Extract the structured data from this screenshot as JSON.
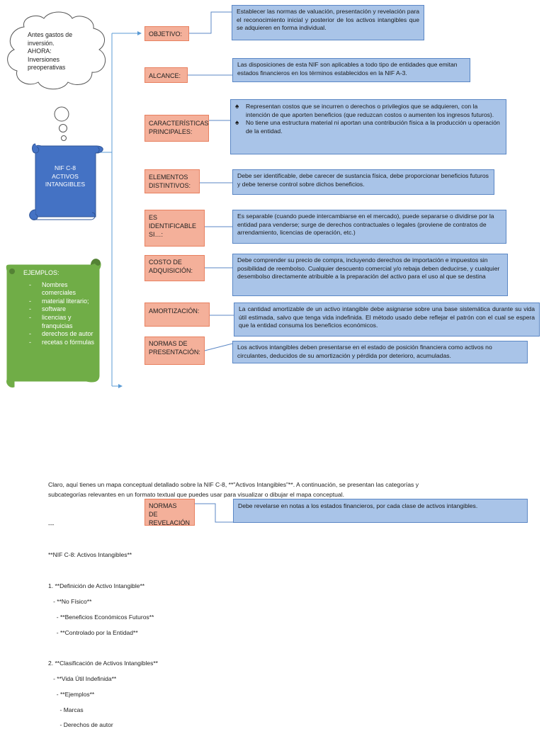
{
  "thought_bubble": {
    "lines": [
      "Antes gastos de",
      "inversión.",
      "AHORA:",
      "Inversiones",
      "preoperativas"
    ]
  },
  "scroll_title": {
    "lines": [
      "NIF C-8",
      "ACTIVOS",
      "INTANGIBLES"
    ]
  },
  "examples": {
    "title": "EJEMPLOS:",
    "items": [
      "Nombres comerciales",
      "material literario;",
      "software",
      "licencias y franquicias",
      "derechos de autor",
      "recetas o fórmulas"
    ]
  },
  "concepts": [
    {
      "label": "OBJETIVO:",
      "text": "Establecer las normas de valuación, presentación y revelación para el reconocimiento inicial y posterior de los activos intangibles que se adquieren en forma individual."
    },
    {
      "label": "ALCANCE:",
      "text": "Las disposiciones de esta NIF son aplicables a todo tipo de entidades que emitan estados financieros en los términos establecidos en la NIF A-3."
    },
    {
      "label": "CARACTERÍSTICAS PRINCIPALES:",
      "bullets": [
        "Representan costos que se incurren o derechos o privilegios que se adquieren, con la intención de que aporten beneficios (que reduzcan costos o aumenten los ingresos futuros).",
        "No tiene una estructura material ni aportan una contribución física a la producción u operación de la entidad."
      ],
      "bullet_symbol": "♠"
    },
    {
      "label": "ELEMENTOS DISTINTIVOS:",
      "text": "Debe ser identificable, debe carecer de sustancia física, debe proporcionar beneficios futuros y debe tenerse control sobre dichos beneficios."
    },
    {
      "label": "ES IDENTIFICABLE SI…:",
      "text": "Es separable (cuando puede intercambiarse en el mercado), puede separarse o dividirse por la entidad para venderse; surge de derechos contractuales o legales (proviene de contratos de arrendamiento, licencias de operación, etc.)"
    },
    {
      "label": "COSTO DE ADQUISICIÓN:",
      "text": "Debe comprender su precio de compra, incluyendo derechos de importación e impuestos sin posibilidad de reembolso. Cualquier descuento comercial y/o rebaja deben deducirse, y cualquier desembolso directamente atribuible a la preparación del activo para el uso al que se destina"
    },
    {
      "label": "AMORTIZACIÓN:",
      "text": "La cantidad amortizable de un activo intangible debe asignarse sobre una base sistemática durante su vida útil estimada, salvo que tenga vida indefinida. El método usado debe reflejar el patrón con el cual se espera que la entidad consuma los beneficios económicos."
    },
    {
      "label": "NORMAS DE PRESENTACIÓN:",
      "text": "Los activos intangibles deben presentarse en el estado de posición financiera como activos no circulantes, deducidos de su amortización y pérdida por deterioro, acumuladas."
    },
    {
      "label": "NORMAS DE REVELACIÓN",
      "text": "Debe revelarse en notas a los estados financieros, por cada clase de activos intangibles."
    }
  ],
  "intro": [
    "Claro, aquí tienes un mapa conceptual detallado sobre la NIF C-8, **\"Activos Intangibles\"**. A continuación, se presentan las categorías y",
    "subcategorías relevantes en un formato textual que puedes usar para visualizar o dibujar el mapa conceptual."
  ],
  "outline": [
    "---",
    "**NIF C-8: Activos Intangibles**",
    "1. **Definición de Activo Intangible**",
    "   - **No Físico**",
    "     - **Beneficios Económicos Futuros**",
    "     - **Controlado por la Entidad**",
    "2. **Clasificación de Activos Intangibles**",
    "   - **Vida Útil Indefinida**",
    "     - **Ejemplos**",
    "       - Marcas",
    "       - Derechos de autor"
  ],
  "colors": {
    "label_fill": "#f4b09a",
    "label_border": "#e8805f",
    "desc_fill": "#a9c4e8",
    "desc_border": "#5b87c5",
    "scroll_blue": "#4472c4",
    "scroll_green": "#70ad47",
    "connector": "#5b9bd5"
  }
}
